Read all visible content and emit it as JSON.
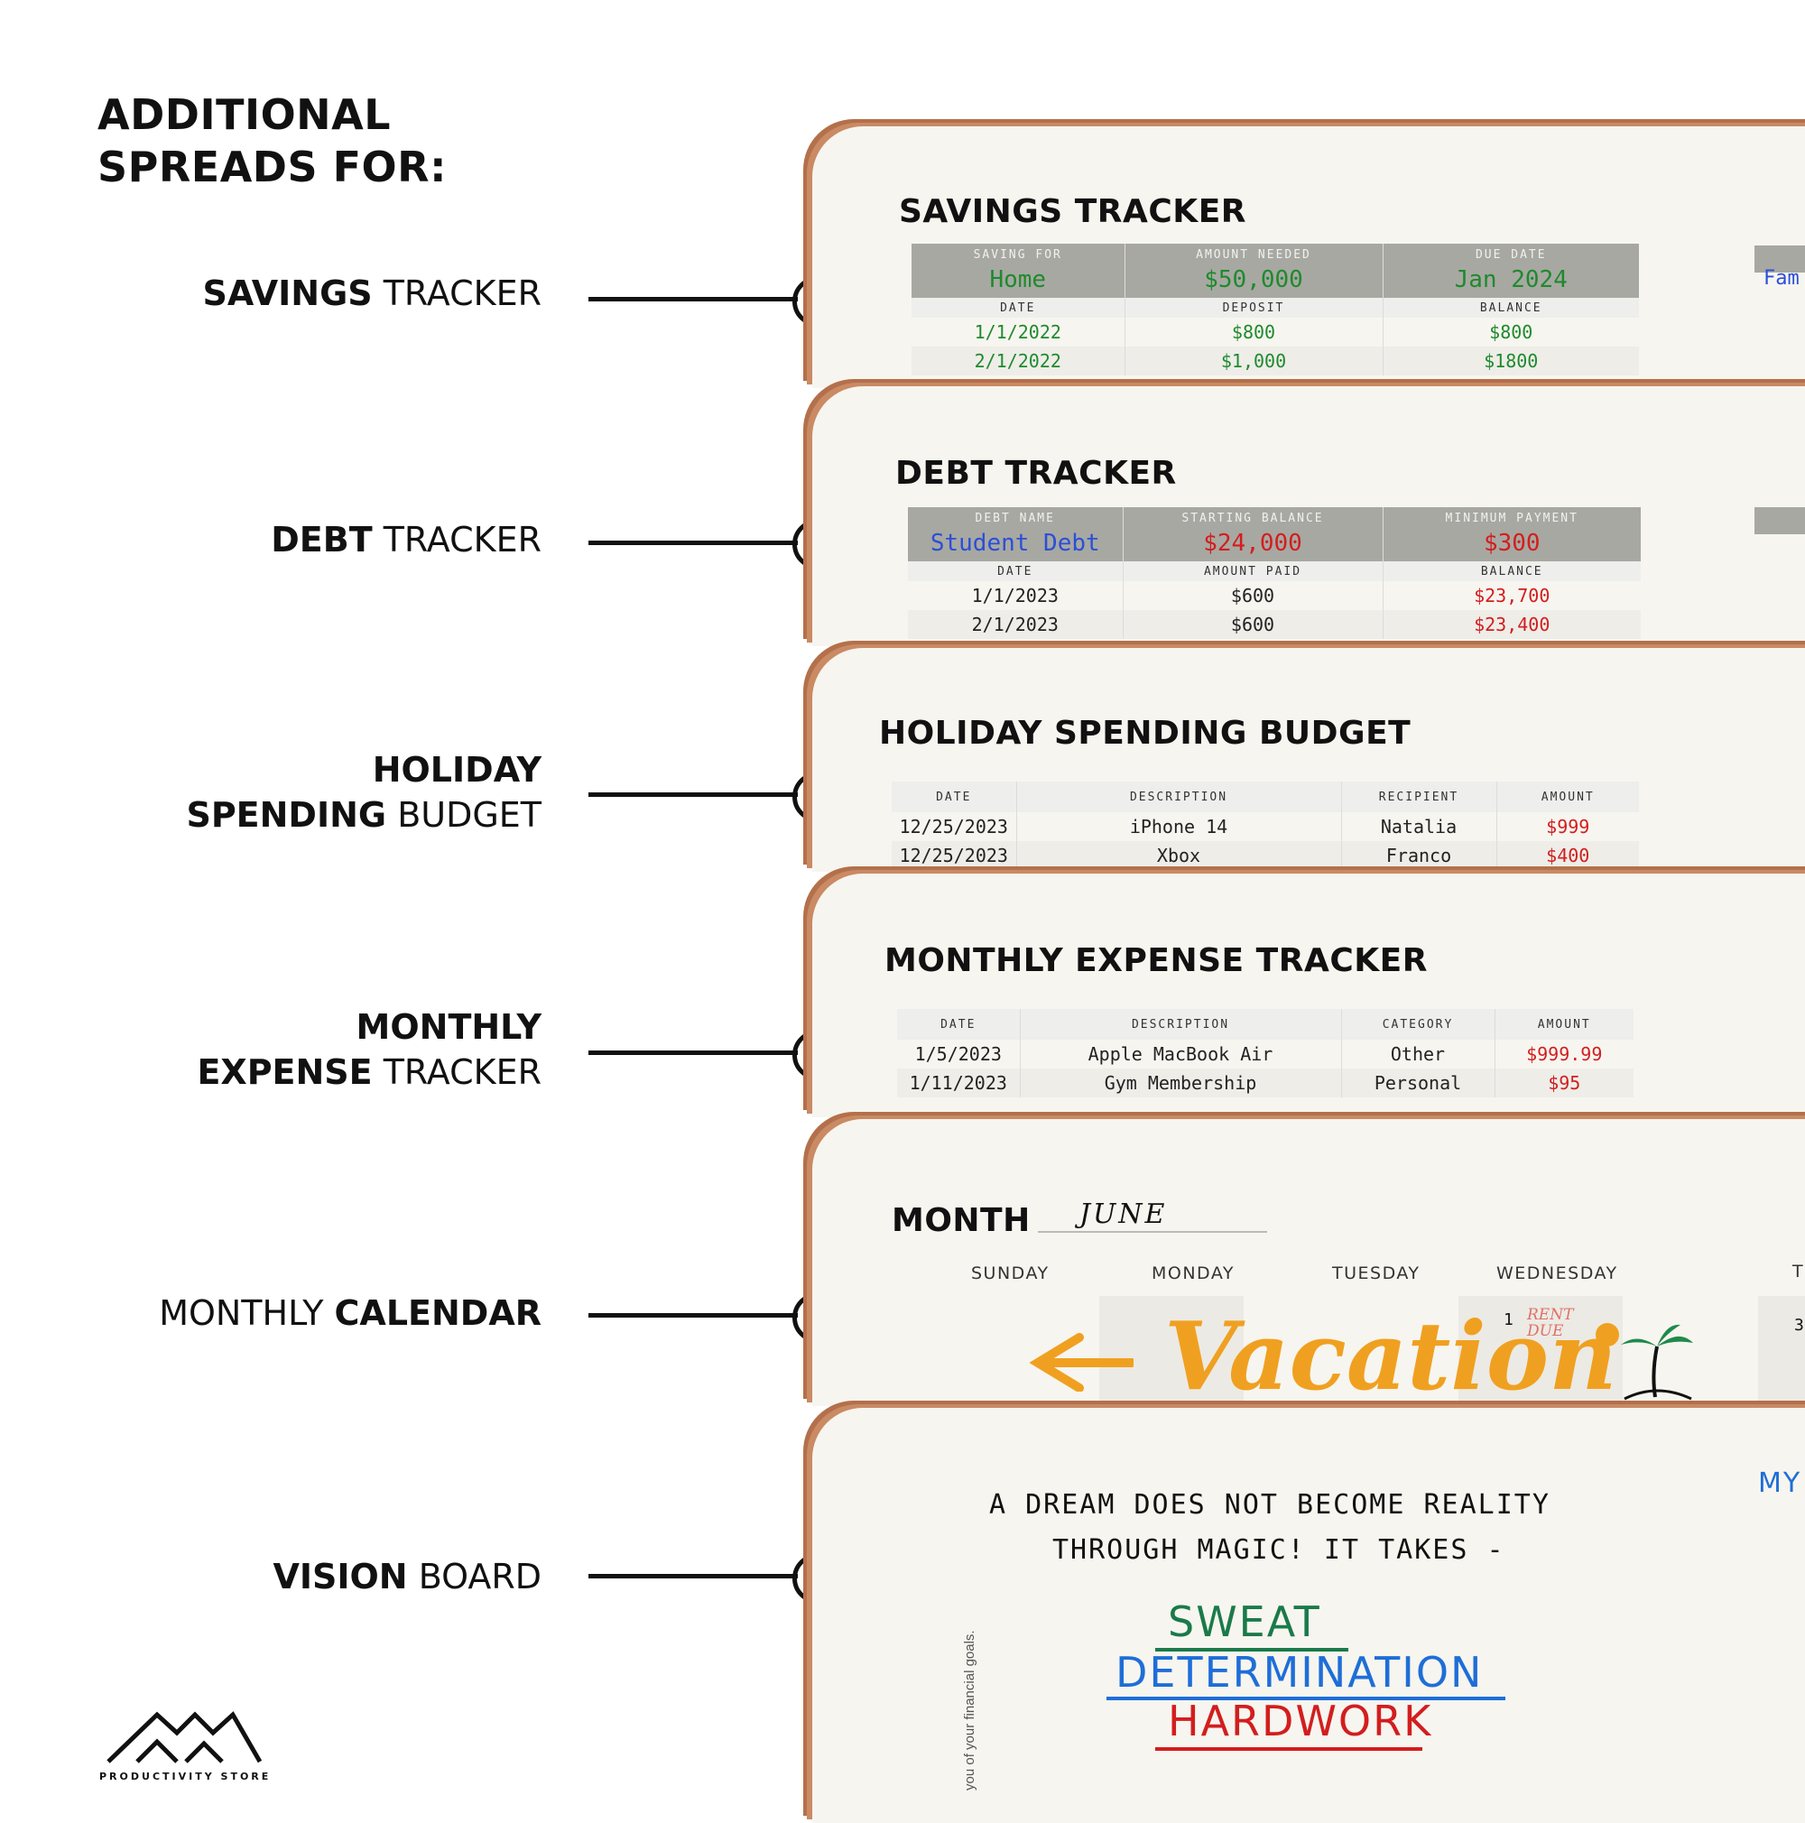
{
  "headline": [
    "ADDITIONAL",
    "SPREADS FOR:"
  ],
  "labels": {
    "savings": {
      "bold": "SAVINGS",
      "regular": " TRACKER"
    },
    "debt": {
      "bold": "DEBT",
      "regular": " TRACKER"
    },
    "holiday": {
      "line1": "HOLIDAY",
      "bold2": "SPENDING",
      "regular2": " BUDGET"
    },
    "monthly_expense": {
      "line1": "MONTHLY",
      "bold2": "EXPENSE",
      "regular2": " TRACKER"
    },
    "calendar": {
      "regular": "MONTHLY ",
      "bold": "CALENDAR"
    },
    "vision": {
      "bold": "VISION",
      "regular": " BOARD"
    }
  },
  "savings": {
    "title": "SAVINGS TRACKER",
    "headers": [
      "SAVING FOR",
      "AMOUNT NEEDED",
      "DUE DATE"
    ],
    "values": [
      "Home",
      "$50,000",
      "Jan 2024"
    ],
    "subheaders": [
      "DATE",
      "DEPOSIT",
      "BALANCE"
    ],
    "rows": [
      [
        "1/1/2022",
        "$800",
        "$800"
      ],
      [
        "2/1/2022",
        "$1,000",
        "$1800"
      ]
    ],
    "side": "Fam"
  },
  "debt": {
    "title": "DEBT TRACKER",
    "headers": [
      "DEBT NAME",
      "STARTING BALANCE",
      "MINIMUM PAYMENT"
    ],
    "values": [
      "Student Debt",
      "$24,000",
      "$300"
    ],
    "subheaders": [
      "DATE",
      "AMOUNT PAID",
      "BALANCE"
    ],
    "rows": [
      [
        "1/1/2023",
        "$600",
        "$23,700"
      ],
      [
        "2/1/2023",
        "$600",
        "$23,400"
      ]
    ]
  },
  "holiday": {
    "title": "HOLIDAY SPENDING BUDGET",
    "headers": [
      "DATE",
      "DESCRIPTION",
      "RECIPIENT",
      "AMOUNT"
    ],
    "rows": [
      [
        "12/25/2023",
        "iPhone 14",
        "Natalia",
        "$999"
      ],
      [
        "12/25/2023",
        "Xbox",
        "Franco",
        "$400"
      ]
    ]
  },
  "expense": {
    "title": "MONTHLY EXPENSE TRACKER",
    "headers": [
      "DATE",
      "DESCRIPTION",
      "CATEGORY",
      "AMOUNT"
    ],
    "rows": [
      [
        "1/5/2023",
        "Apple MacBook Air",
        "Other",
        "$999.99"
      ],
      [
        "1/11/2023",
        "Gym Membership",
        "Personal",
        "$95"
      ]
    ]
  },
  "calendar": {
    "label": "MONTH",
    "month": "JUNE",
    "days": [
      "SUNDAY",
      "MONDAY",
      "TUESDAY",
      "WEDNESDAY"
    ],
    "side_day": "T",
    "cell_one": "1",
    "note": [
      "RENT",
      "DUE"
    ],
    "vacation": "Vacation",
    "side_num": "3"
  },
  "vision": {
    "line1": "A DREAM DOES NOT BECOME REALITY",
    "line2": "THROUGH MAGIC! IT TAKES -",
    "words": [
      "SWEAT",
      "DETERMINATION",
      "HARDWORK"
    ],
    "vertical": "you of your financial goals.",
    "side": "MY"
  },
  "brand": "PRODUCTIVITY STORE",
  "colors": {
    "green": "#1e8a2e",
    "red": "#d21e1e",
    "blue": "#2a4fd8",
    "orange": "#f0a020",
    "leather": "#c98a64"
  }
}
